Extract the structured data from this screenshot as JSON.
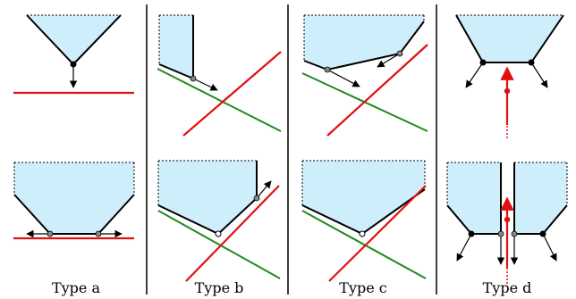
{
  "colors": {
    "fill": "#cdeefa",
    "outline": "#000000",
    "red": "#e01010",
    "green": "#208a20",
    "node": "#888888",
    "divider": "#000000"
  },
  "panels": [
    {
      "caption": "Type a"
    },
    {
      "caption": "Type b"
    },
    {
      "caption": "Type c"
    },
    {
      "caption": "Type d"
    }
  ]
}
